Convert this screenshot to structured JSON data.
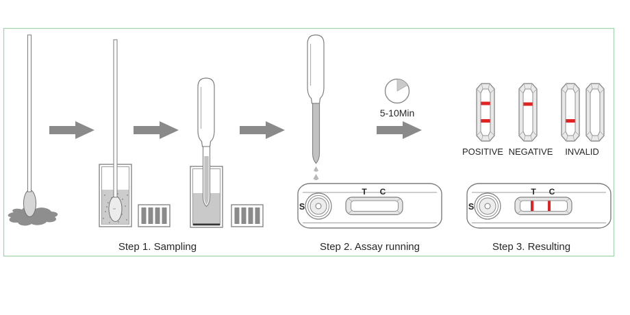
{
  "diagram": {
    "step_labels": {
      "step1": "Step 1. Sampling",
      "step2": "Step 2. Assay running",
      "step3": "Step 3. Resulting"
    },
    "timer_label": "5-10Min",
    "cassette_labels": {
      "sample_well": "S",
      "test_line": "T",
      "control_line": "C"
    },
    "result_labels": {
      "positive": "POSITIVE",
      "negative": "NEGATIVE",
      "invalid": "INVALID"
    },
    "colors": {
      "frame_green": "#a3d5ae",
      "arrow_gray": "#8a8a8a",
      "line_red": "#e02424"
    }
  }
}
